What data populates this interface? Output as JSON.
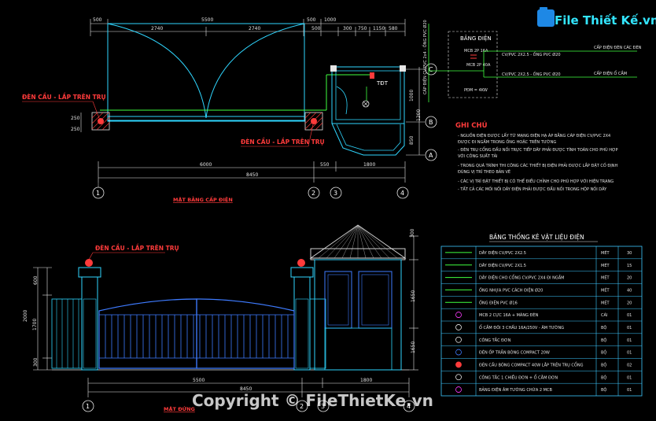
{
  "watermark": {
    "logo_text": "File Thiết Kế.vn",
    "copyright": "Copyright © FileThietKe.vn"
  },
  "plan": {
    "caption": "MẶT BẰNG CẤP ĐIỆN",
    "lamp_left": "ĐÈN CẦU - LẮP TRÊN TRỤ",
    "lamp_right": "ĐÈN CẦU - LẮP TRÊN TRỤ",
    "box_label": "TĐT",
    "dims_top": [
      "500",
      "5500",
      "2740",
      "2740",
      "500",
      "500",
      "1000",
      "300",
      "750",
      "1150",
      "580"
    ],
    "dims_bottom": [
      "6000",
      "550",
      "1800",
      "8450"
    ],
    "dims_side": [
      "250",
      "250",
      "1200",
      "1000",
      "850"
    ],
    "axis_x": [
      "1",
      "2",
      "3",
      "4"
    ],
    "axis_y": [
      "C",
      "B",
      "A"
    ]
  },
  "elevation": {
    "caption": "MẶT ĐỨNG",
    "lamp": "ĐÈN CẦU - LẮP TRÊN TRỤ",
    "dims_left": [
      "600",
      "2000",
      "1700",
      "300"
    ],
    "dims_right": [
      "1650",
      "1650",
      "300"
    ],
    "dims_bottom": [
      "5500",
      "1800",
      "8450"
    ],
    "axis_x": [
      "1",
      "2",
      "3",
      "4"
    ]
  },
  "panel": {
    "title": "BẢNG ĐIỆN",
    "cable_label": "CÁP ĐIỆN CV/PVC 2x4 - ỐNG PVC Ø20",
    "breaker": "MCB 2P 16A",
    "main_breaker": "MCB 2P 40A",
    "line1": "CV/PVC 2X2.5 - ỐNG PVC Ø20",
    "line2": "CV/PVC 2X2.5 - ỐNG PVC Ø20",
    "load1": "CẤP ĐIỆN ĐÈN CÁC ĐÈN",
    "load2": "CẤP ĐIỆN Ổ CẮM",
    "rating": "PĐM = 4KW"
  },
  "notes": {
    "title": "GHI CHÚ",
    "items": [
      "- NGUỒN ĐIỆN ĐƯỢC LẤY TỪ MẠNG ĐIỆN HẠ ÁP BẰNG CÁP ĐIỆN CV/PVC 2X4",
      "  ĐƯỢC ĐI NGẦM TRONG ỐNG HOẶC TRÊN TƯỜNG",
      "- ĐÈN TRỤ CỔNG ĐẤU NỐI TRỰC TIẾP DÂY PHẢI ĐƯỢC TÍNH TOÁN CHO PHÙ HỢP",
      "  VỚI CÔNG SUẤT TẢI",
      "- TRONG QUÁ TRÌNH THI CÔNG CÁC THIẾT BỊ ĐIỆN PHẢI ĐƯỢC LẮP ĐẶT CỐ ĐỊNH",
      "  ĐÚNG VỊ TRÍ THEO BẢN VẼ",
      "- CÁC VỊ TRÍ ĐẶT THIẾT BỊ CÓ THỂ ĐIỀU CHỈNH CHO PHÙ HỢP VỚI HIỆN TRẠNG",
      "- TẤT CẢ CÁC MỐI NỐI DÂY ĐIỆN PHẢI ĐƯỢC ĐẤU NỐI TRONG HỘP NỐI DÂY"
    ]
  },
  "materials": {
    "title": "BẢNG THỐNG KÊ VẬT LIỆU ĐIỆN",
    "rows": [
      {
        "desc": "DÂY ĐIỆN CV/PVC 2X2.5",
        "unit": "MÉT",
        "qty": "30"
      },
      {
        "desc": "DÂY ĐIỆN CV/PVC 2X1.5",
        "unit": "MÉT",
        "qty": "15"
      },
      {
        "desc": "DÂY ĐIỆN CHO CỔNG CV/PVC 2X4 ĐI NGẦM",
        "unit": "MÉT",
        "qty": "20"
      },
      {
        "desc": "ỐNG NHỰA PVC CÁCH ĐIỆN Ø20",
        "unit": "MÉT",
        "qty": "40"
      },
      {
        "desc": "ỐNG ĐIỆN PVC Ø16",
        "unit": "MÉT",
        "qty": "20"
      },
      {
        "desc": "MCB 2 CỰC 16A + MÁNG ĐÈN",
        "unit": "CÁI",
        "qty": "01"
      },
      {
        "desc": "Ổ CẮM ĐÔI 3 CHẤU 16A/250V - ÂM TƯỜNG",
        "unit": "BỘ",
        "qty": "01"
      },
      {
        "desc": "CÔNG TẮC ĐƠN",
        "unit": "BỘ",
        "qty": "01"
      },
      {
        "desc": "ĐÈN ỐP TRẦN BÓNG COMPACT 20W",
        "unit": "BỘ",
        "qty": "01"
      },
      {
        "desc": "ĐÈN CẦU BÓNG COMPACT 40W LẮP TRÊN TRỤ CỔNG",
        "unit": "BỘ",
        "qty": "02"
      },
      {
        "desc": "CÔNG TẮC 1 CHIỀU ĐƠN + Ổ CẮM ĐƠN",
        "unit": "BỘ",
        "qty": "01"
      },
      {
        "desc": "BẢNG ĐIỆN ÂM TƯỜNG CHỨA 2 MCB",
        "unit": "BỘ",
        "qty": "01"
      }
    ]
  },
  "colors": {
    "background": "#000000",
    "wall_cyan": "#2fd6ff",
    "dim_white": "#e6e6e6",
    "wire_green": "#40ff40",
    "label_red": "#ff3b3b",
    "gate_blue": "#3e7bff",
    "table_cyan": "#3ec8ff"
  }
}
